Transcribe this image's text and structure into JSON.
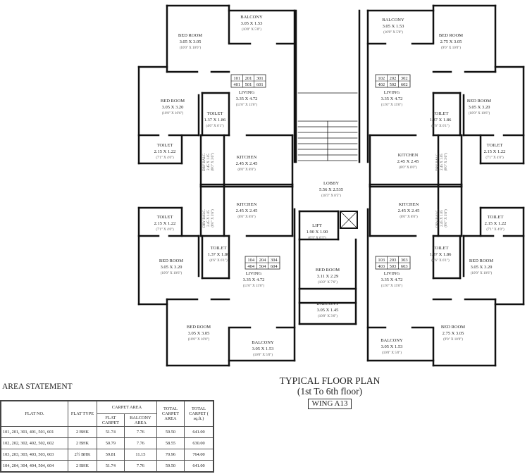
{
  "title": {
    "main": "TYPICAL FLOOR PLAN",
    "sub": "(1st To 6th floor)",
    "wing": "WING A13"
  },
  "rooms": [
    {
      "name": "BALCONY",
      "dim": "3.05 X 1.53",
      "imp": "(10'0\" X 5'0\")"
    },
    {
      "name": "BED ROOM",
      "dim": "3.05 X 3.05",
      "imp": "(10'0\" X 10'0\")"
    },
    {
      "name": "LIVING",
      "dim": "3.35 X 4.72",
      "imp": "(11'0\" X 15'6\")"
    },
    {
      "name": "BED ROOM",
      "dim": "3.05 X 3.20",
      "imp": "(10'0\" X 10'6\")"
    },
    {
      "name": "TOILET",
      "dim": "1.37 X 1.86",
      "imp": "(4'6\" X 6'1\")"
    },
    {
      "name": "TOILET",
      "dim": "2.15 X 1.22",
      "imp": "(7'1\" X 4'0\")"
    },
    {
      "name": "KITCHEN",
      "dim": "2.45 X 2.45",
      "imp": "(8'0\" X 8'0\")"
    },
    {
      "name": "BALCONY",
      "dim": "3.05 X 1.53",
      "imp": "(10'0\" X 5'0\")"
    },
    {
      "name": "BED ROOM",
      "dim": "2.75 X 3.05",
      "imp": "(9'0\" X 10'0\")"
    },
    {
      "name": "LIVING",
      "dim": "3.35 X 4.72",
      "imp": "(11'0\" X 15'6\")"
    },
    {
      "name": "BED ROOM",
      "dim": "3.05 X 3.20",
      "imp": "(10'0\" X 10'6\")"
    },
    {
      "name": "TOILET",
      "dim": "1.37 X 1.86",
      "imp": "(4'6\" X 6'1\")"
    },
    {
      "name": "TOILET",
      "dim": "2.15 X 1.22",
      "imp": "(7'1\" X 4'0\")"
    },
    {
      "name": "KITCHEN",
      "dim": "2.45 X 2.45",
      "imp": "(8'0\" X 8'0\")"
    },
    {
      "name": "LOBBY",
      "dim": "5.56 X 2.535",
      "imp": "(18'3\" X 8'5\")"
    },
    {
      "name": "LIFT",
      "dim": "1.90 X 1.90",
      "imp": "(6'3\" X 6'3\")"
    },
    {
      "name": "BED ROOM",
      "dim": "3.11 X 2.29",
      "imp": "(10'2\" X 7'6\")"
    },
    {
      "name": "BALCONY",
      "dim": "3.05 X 1.45",
      "imp": "(10'0\" X 3'6\")"
    },
    {
      "name": "KITCHEN",
      "dim": "2.45 X 2.45",
      "imp": "(8'0\" X 8'0\")"
    },
    {
      "name": "TOILET",
      "dim": "2.15 X 1.22",
      "imp": "(7'1\" X 4'0\")"
    },
    {
      "name": "TOILET",
      "dim": "1.37 X 1.86",
      "imp": "(4'6\" X 6'1\")"
    },
    {
      "name": "BED ROOM",
      "dim": "3.05 X 3.20",
      "imp": "(10'0\" X 10'6\")"
    },
    {
      "name": "LIVING",
      "dim": "3.35 X 4.72",
      "imp": "(11'0\" X 15'6\")"
    },
    {
      "name": "BED ROOM",
      "dim": "3.05 X 3.05",
      "imp": "(10'0\" X 10'0\")"
    },
    {
      "name": "BALCONY",
      "dim": "3.05 X 1.53",
      "imp": "(10'0\" X 5'0\")"
    },
    {
      "name": "KITCHEN",
      "dim": "2.45 X 2.45",
      "imp": "(8'0\" X 8'0\")"
    },
    {
      "name": "TOILET",
      "dim": "2.15 X 1.22",
      "imp": "(7'1\" X 4'0\")"
    },
    {
      "name": "TOILET",
      "dim": "1.37 X 1.86",
      "imp": "(4'6\" X 6'1\")"
    },
    {
      "name": "BED ROOM",
      "dim": "3.05 X 3.20",
      "imp": "(10'0\" X 10'6\")"
    },
    {
      "name": "LIVING",
      "dim": "3.35 X 4.72",
      "imp": "(11'0\" X 15'6\")"
    },
    {
      "name": "BED ROOM",
      "dim": "2.75 X 3.05",
      "imp": "(9'0\" X 10'0\")"
    },
    {
      "name": "BALCONY",
      "dim": "3.05 X 1.53",
      "imp": "(10'0\" X 5'0\")"
    }
  ],
  "dry_balcony": {
    "name": "DRY BALC.",
    "dim": "2.45 X 1.05",
    "imp": "(8'0\" X 3'6\")"
  },
  "flat_groups": [
    [
      "101",
      "201",
      "301",
      "401",
      "501",
      "601"
    ],
    [
      "102",
      "202",
      "302",
      "402",
      "502",
      "602"
    ],
    [
      "104",
      "204",
      "304",
      "404",
      "504",
      "604"
    ],
    [
      "103",
      "203",
      "303",
      "403",
      "503",
      "603"
    ]
  ],
  "area_statement": {
    "title": "AREA STATEMENT",
    "headers": {
      "flat_no": "FLAT NO.",
      "flat_type": "FLAT TYPE",
      "carpet_area": "CARPET AREA",
      "flat_carpet": "FLAT CARPET",
      "balcony_area": "BALCONY AREA",
      "total_carpet_area": "TOTAL CARPET AREA",
      "total_carpet_sqft": "TOTAL CARPET ( sq.ft.)"
    },
    "rows": [
      [
        "101, 201, 301, 401, 501, 601",
        "2 BHK",
        "51.74",
        "7.76",
        "59.50",
        "641.00"
      ],
      [
        "102, 202, 302, 402, 502, 602",
        "2 BHK",
        "50.79",
        "7.76",
        "58.55",
        "630.00"
      ],
      [
        "103, 203, 303, 403, 503, 603",
        "2½ BHK",
        "59.81",
        "11.15",
        "70.96",
        "764.00"
      ],
      [
        "104, 204, 304, 404, 504, 604",
        "2 BHK",
        "51.74",
        "7.76",
        "59.50",
        "641.00"
      ]
    ]
  }
}
